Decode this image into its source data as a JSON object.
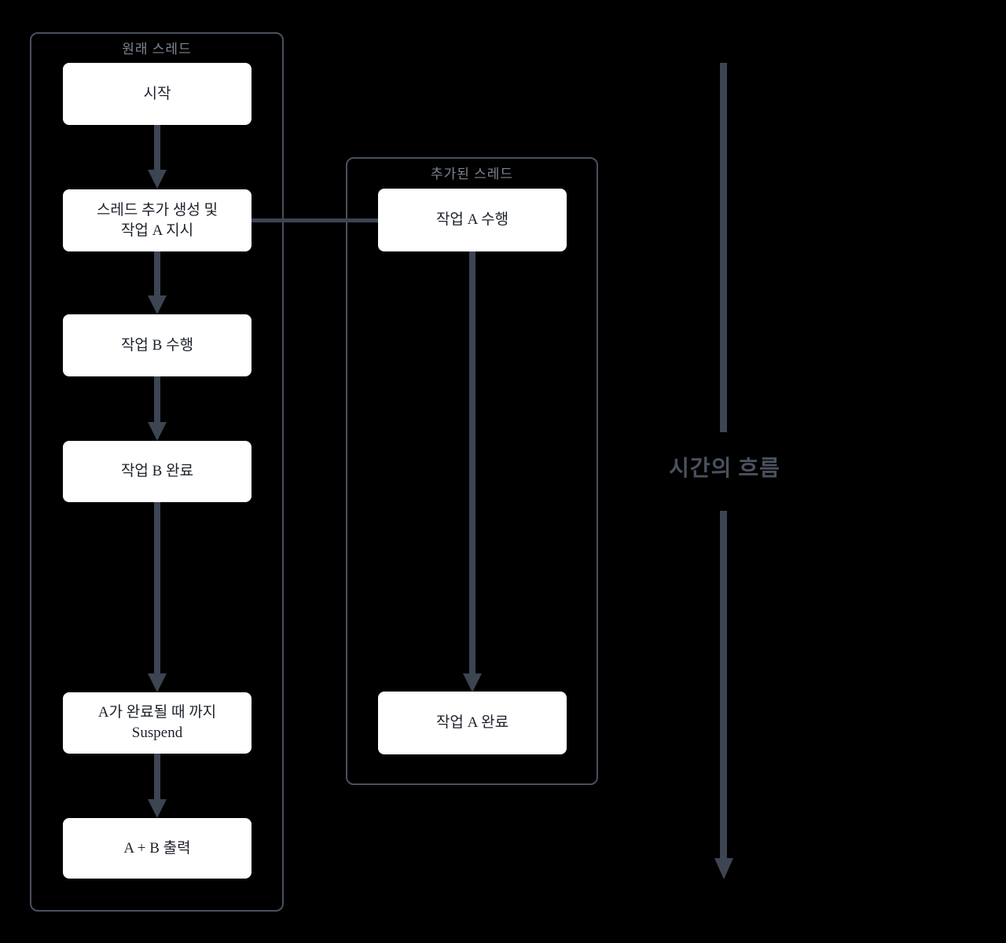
{
  "diagram": {
    "groups": [
      {
        "title": "원래 스레드",
        "nodes": [
          {
            "label": "시작"
          },
          {
            "label": "스레드 추가 생성 및\n작업 A 지시"
          },
          {
            "label": "작업 B 수행"
          },
          {
            "label": "작업 B 완료"
          },
          {
            "label": "A가 완료될 때 까지\nSuspend"
          },
          {
            "label": "A + B 출력"
          }
        ]
      },
      {
        "title": "추가된 스레드",
        "nodes": [
          {
            "label": "작업 A 수행"
          },
          {
            "label": "작업 A 완료"
          }
        ]
      }
    ],
    "time_label": "시간의 흐름",
    "colors": {
      "background": "#000000",
      "node_fill": "#ffffff",
      "node_text": "#1c212b",
      "group_border": "#49505e",
      "group_title": "#7d8591",
      "arrow": "#3d4452",
      "time_label_color": "#4a515e"
    }
  }
}
